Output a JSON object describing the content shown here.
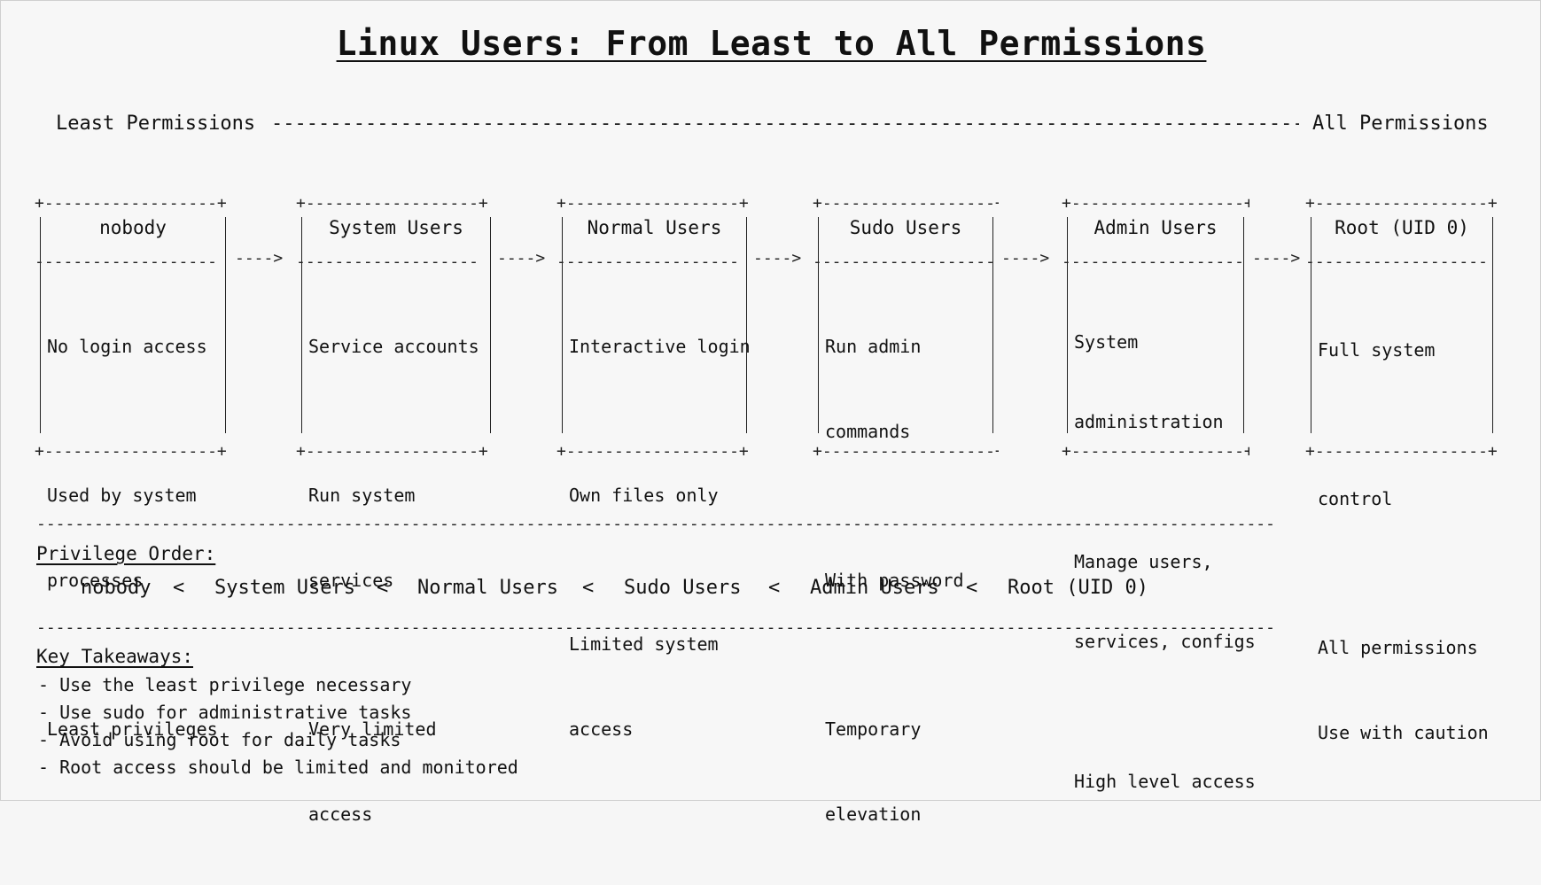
{
  "title": "Linux Users: From Least to All Permissions",
  "scale": {
    "left_label": "Least Permissions",
    "right_label": "All Permissions",
    "line": "---------------------------------------------------------------------------------------------->"
  },
  "boxes": [
    {
      "name": "nobody",
      "lines": [
        "No login access",
        "Used by system",
        "processes",
        "Least privileges"
      ]
    },
    {
      "name": "System Users",
      "lines": [
        "Service accounts",
        "Run system",
        "services",
        "Very limited",
        "access"
      ]
    },
    {
      "name": "Normal Users",
      "lines": [
        "Interactive login",
        "Own files only",
        "Limited system",
        "access"
      ]
    },
    {
      "name": "Sudo Users",
      "lines": [
        "Run admin",
        "commands",
        "With password",
        "Temporary",
        "elevation"
      ]
    },
    {
      "name": "Admin Users",
      "lines": [
        "System",
        "administration",
        "Manage users,",
        "services, configs",
        "High level access"
      ]
    },
    {
      "name": "Root (UID 0)",
      "lines": [
        "Full system",
        "control",
        "All permissions",
        "Use with caution"
      ]
    }
  ],
  "connector": "---->",
  "box_edge": "+------------------+",
  "box_divider": "-------------------",
  "rule": "-----------------------------------------------------------------------------------------------------------------------------------------",
  "privilege_order": {
    "label": "Privilege Order:",
    "items": [
      "nobody",
      "System Users",
      "Normal Users",
      "Sudo Users",
      "Admin Users",
      "Root (UID 0)"
    ],
    "separator": "<"
  },
  "key_takeaways": {
    "label": "Key Takeaways:",
    "items": [
      "- Use the least privilege necessary",
      "- Use sudo for administrative tasks",
      "- Avoid using root for daily tasks",
      "- Root access should be limited and monitored"
    ]
  }
}
